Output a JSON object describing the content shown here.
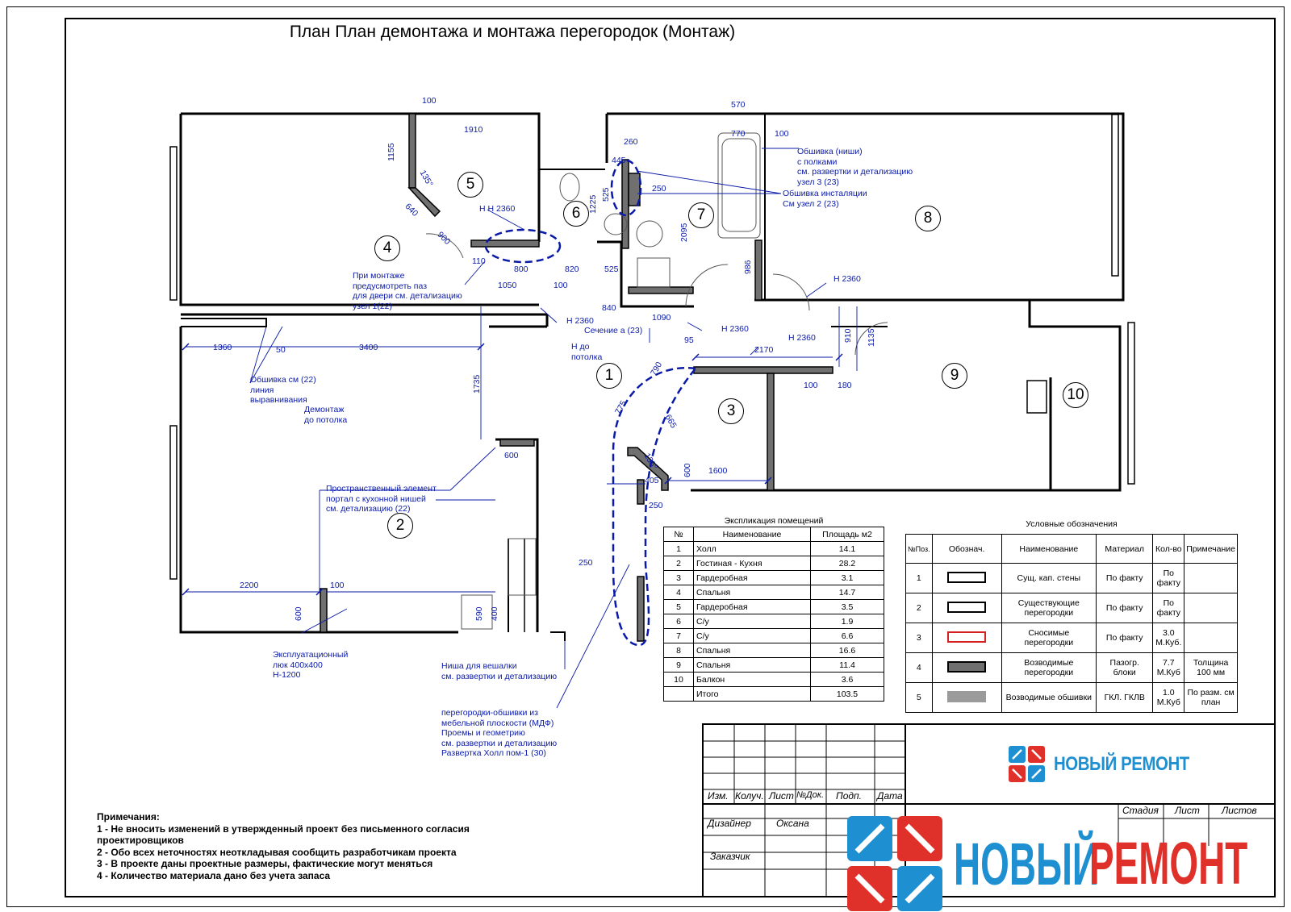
{
  "title": "План План демонтажа и монтажа перегородок (Монтаж)",
  "rooms": [
    "1",
    "2",
    "3",
    "4",
    "5",
    "6",
    "7",
    "8",
    "9",
    "10"
  ],
  "dimensions": {
    "d100a": "100",
    "d1910": "1910",
    "d1155": "1155",
    "d135a": "135°",
    "d640": "640",
    "d900": "900",
    "d110": "110",
    "d800": "800",
    "d820": "820",
    "d1050": "1050",
    "d100b": "100",
    "d525a": "525",
    "d840": "840",
    "d1090": "1090",
    "d570": "570",
    "d770": "770",
    "d100c": "100",
    "d260": "260",
    "d445": "445",
    "d525b": "525",
    "d1225": "1225",
    "d250a": "250",
    "d2095": "2095",
    "d986": "986",
    "d1360": "1360",
    "d50": "50",
    "d3400": "3400",
    "d1735": "1735",
    "d95": "95",
    "d790": "790",
    "d2170": "2170",
    "d910": "910",
    "d1135": "1135",
    "d100d": "100",
    "d180": "180",
    "d775": "775",
    "d665": "665",
    "d135b": "135°",
    "d600a": "600",
    "d405": "405",
    "d1600": "1600",
    "d250b": "250",
    "d250c": "250",
    "d600b": "600",
    "d2200": "2200",
    "d100e": "100",
    "d600c": "600",
    "d590": "590",
    "d400": "400"
  },
  "annotations": {
    "h2360_a": "Н Н 2360",
    "h2360_b": "Н 2360",
    "h2360_c": "Н 2360",
    "h2360_d": "Н 2360",
    "h2360_e": "Н 2360",
    "montazh_note": [
      "При монтаже",
      "предусмотреть паз",
      "для двери см. детализацию",
      "узел 1(22)"
    ],
    "obshivka_nishi": [
      "Обшивка (ниши)",
      "с полками",
      "см. развертки и детализацию",
      "узел 3 (23)"
    ],
    "obshivka_inst": [
      "Обшивка инсталяции",
      "См узел 2 (23)"
    ],
    "sechenie": "Сечение а (23)",
    "h_do_potolka": [
      "Н до",
      "потолка"
    ],
    "obshivka_liniya": [
      "Обшивка см  (22)",
      "линия",
      "выравнивания"
    ],
    "demontazh": [
      "Демонтаж",
      "до потолка"
    ],
    "portal": [
      "Пространственный элемент",
      "портал с  кухонной нишей",
      "см. детализацию (22)"
    ],
    "lyuk": [
      "Эксплуатационный",
      "люк 400х400",
      "Н-1200"
    ],
    "nisha": [
      "Ниша для вешалки",
      "см. развертки и детализацию"
    ],
    "mdf": [
      "перегородки-обшивки из",
      "мебельной плоскости (МДФ)",
      "Проемы и геометрию",
      "см. развертки и детализацию",
      "Развертка Холл пом-1 (30)"
    ]
  },
  "explication": {
    "caption": "Экспликация помещений",
    "headers": [
      "№",
      "Наименование",
      "Площадь м2"
    ],
    "rows": [
      [
        "1",
        "Холл",
        "14.1"
      ],
      [
        "2",
        "Гостиная - Кухня",
        "28.2"
      ],
      [
        "3",
        "Гардеробная",
        "3.1"
      ],
      [
        "4",
        "Спальня",
        "14.7"
      ],
      [
        "5",
        "Гардеробная",
        "3.5"
      ],
      [
        "6",
        "С/у",
        "1.9"
      ],
      [
        "7",
        "С/у",
        "6.6"
      ],
      [
        "8",
        "Спальня",
        "16.6"
      ],
      [
        "9",
        "Спальня",
        "11.4"
      ],
      [
        "10",
        "Балкон",
        "3.6"
      ]
    ],
    "total_label": "Итого",
    "total_value": "103.5"
  },
  "legend": {
    "caption": "Условные обозначения",
    "headers": [
      "№Поз.",
      "Обознач.",
      "Наименование",
      "Материал",
      "Кол-во",
      "Примечание"
    ],
    "rows": [
      {
        "n": "1",
        "name": "Сущ. кап. стены",
        "mat": "По факту",
        "qty": "По факту",
        "note": "",
        "fill": "#ffffff",
        "border": "#000000"
      },
      {
        "n": "2",
        "name": "Существующие перегородки",
        "mat": "По факту",
        "qty": "По факту",
        "note": "",
        "fill": "#ffffff",
        "border": "#000000"
      },
      {
        "n": "3",
        "name": "Сносимые перегородки",
        "mat": "По факту",
        "qty": "3.0 М.Куб.",
        "note": "",
        "fill": "#ffffff",
        "border": "#d42020"
      },
      {
        "n": "4",
        "name": "Возводимые перегородки",
        "mat": "Пазогр. блоки",
        "qty": "7.7 М.Куб",
        "note": "Толщина 100 мм",
        "fill": "#707070",
        "border": "#000000"
      },
      {
        "n": "5",
        "name": "Возводимые обшивки",
        "mat": "ГКЛ. ГКЛВ",
        "qty": "1.0 М.Куб",
        "note": "По разм. см план",
        "fill": "#9a9a9a",
        "border": "#9a9a9a"
      }
    ]
  },
  "stamp": {
    "cols": [
      "Изм.",
      "Колуч.",
      "Лист",
      "№Док.",
      "Подп.",
      "Дата"
    ],
    "designer_label": "Дизайнер",
    "designer_name": "Оксана",
    "customer_label": "Заказчик",
    "stage_cols": [
      "Стадия",
      "Лист",
      "Листов"
    ]
  },
  "brand": {
    "part1": "НОВЫЙ",
    "part2": "РЕМОНТ",
    "small": "НОВЫЙ РЕМОНТ"
  },
  "notes": {
    "title": "Примечания:",
    "items": [
      "1 -  Не вносить изменений в утвержденный проект без письменного согласия",
      "проектировщиков",
      "2 - Обо всех неточностях неоткладывая сообщить разработчикам проекта",
      "3 - В проекте даны проектные размеры, фактические могут меняться",
      "4 - Количество материала дано без учета запаса"
    ]
  },
  "colors": {
    "annotation": "#0a1aa8",
    "new_wall": "#707070",
    "brand_blue": "#1e8fd0",
    "brand_red": "#e0302a"
  }
}
